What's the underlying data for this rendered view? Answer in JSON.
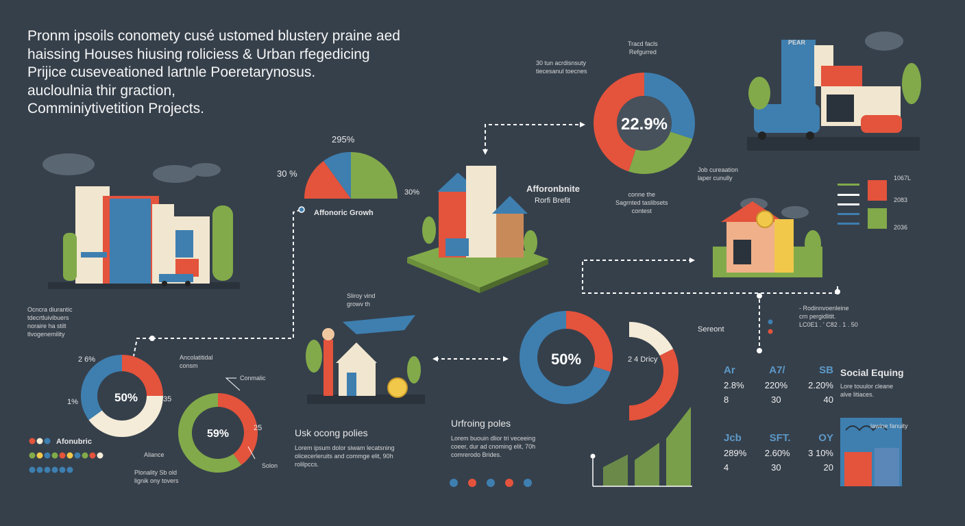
{
  "intro_lines": [
    "Pronm ipsoils conometу cusé ustomed blustery praine aed",
    "haissing Houses hiusing roliciess & Urban rfegedicing",
    "Prijice cuseveationed lartnle Poeretarynosus.",
    "aucloulnia thir graction,",
    "Comminiytivetition Projects."
  ],
  "pie_growth": {
    "label_top": "295%",
    "label_left": "30 %",
    "label_right": "30%",
    "caption": "Affonoric Growh",
    "slices": [
      {
        "value": 30,
        "color": "#e4533c"
      },
      {
        "value": 20,
        "color": "#3e7fb0"
      },
      {
        "value": 50,
        "color": "#82aa4a"
      }
    ]
  },
  "donut_top": {
    "center": "22.9%",
    "label_top": "Tracd facls\nRefgurred",
    "label_left": "30 tun acrdisnsuty\ntiecesanul toecnes",
    "label_right": "Job cureaation\nlaper cunully",
    "label_bottom": "conne the\nSagrnted taslibsets\ncontest",
    "ring": [
      {
        "value": 30,
        "color": "#3e7fb0"
      },
      {
        "value": 25,
        "color": "#82aa4a"
      },
      {
        "value": 45,
        "color": "#e4533c"
      }
    ]
  },
  "afford_house": {
    "title": "Afforonbnite",
    "sub": "Rorfi Brefit"
  },
  "legend_bars": {
    "values": [
      "1067L",
      "2083",
      "2036"
    ],
    "colors": [
      "#e4533c",
      "#82aa4a"
    ]
  },
  "left_note": "Ocncra diurantic\ntdecrtluivibuers\nnoraire ha stilt\ntlvogenemility",
  "donut_left": {
    "center": "50%",
    "label_tl": "2 6%",
    "label_l": "1%",
    "label_r": "35",
    "label_top": "Ancolatitidal\nconsm",
    "ring": [
      {
        "value": 25,
        "color": "#e4533c"
      },
      {
        "value": 40,
        "color": "#f4ecd8"
      },
      {
        "value": 35,
        "color": "#3e7fb0"
      }
    ]
  },
  "donut_small": {
    "center": "59%",
    "label_tr": "Conmalic",
    "label_r": "25",
    "label_l": "Aliance",
    "label_br": "Solon",
    "label_bottom": "Plonality Sb old\nlignik ony tovers",
    "ring": [
      {
        "value": 40,
        "color": "#e4533c"
      },
      {
        "value": 60,
        "color": "#82aa4a"
      }
    ]
  },
  "afford_legend": {
    "title": "Afonubric",
    "dot_colors_row1": [
      "#e4533c",
      "#f4ecd8",
      "#3e7fb0"
    ],
    "dot_colors_row2": [
      "#82aa4a",
      "#f2c84b",
      "#3e7fb0",
      "#82aa4a",
      "#e4533c",
      "#f2c84b",
      "#3e7fb0",
      "#82aa4a",
      "#e4533c",
      "#f4ecd8"
    ],
    "dot_colors_row3": [
      "#3e7fb0",
      "#3e7fb0",
      "#3e7fb0",
      "#3e7fb0",
      "#3e7fb0",
      "#3e7fb0"
    ]
  },
  "growth_scene": {
    "label": "Sliroy vind\ngrowv th"
  },
  "policies": {
    "title": "Usk ocong polies",
    "body": "Lorem ipsum dolor siwam lecatsning\nolicecerleruits and commge elit, 90h\nrolilpccs."
  },
  "donut_mid": {
    "center": "50%",
    "label_r": "2 4 Dricy",
    "label_far": "Sereont",
    "ring": [
      {
        "value": 30,
        "color": "#e4533c"
      },
      {
        "value": 70,
        "color": "#3e7fb0"
      }
    ]
  },
  "arc_chart": {
    "ring": [
      {
        "value": 35,
        "color": "#f4ecd8"
      },
      {
        "value": 65,
        "color": "#e4533c"
      }
    ]
  },
  "urban_policies": {
    "title": "Urfroing poles",
    "body": "Lorem buouin dlior tri veceeing\ncoeer, dur ad cnoming elit, 70h\ncomrerodo Brides."
  },
  "icons_row": [
    "#3e7fb0",
    "#e4533c",
    "#3e7fb0",
    "#e4533c",
    "#3e7fb0"
  ],
  "area_chart": {
    "bars": [
      {
        "value": 40,
        "color": "#82aa4a"
      },
      {
        "value": 55,
        "color": "#82aa4a"
      },
      {
        "value": 100,
        "color": "#82aa4a"
      }
    ]
  },
  "node_note": "- Rodinnvoenleine\ncrn pergidlitit.\nLC0E1 . ' C82 . 1 . 50",
  "stats_table": {
    "rows": [
      {
        "headers": [
          "Ar",
          "A7/",
          "SB"
        ],
        "vals1": [
          "2.8%",
          "220%",
          "2.20%"
        ],
        "vals2": [
          "8",
          "30",
          "40"
        ]
      },
      {
        "headers": [
          "Jcb",
          "SFT.",
          "OY"
        ],
        "vals1": [
          "289%",
          "2.60%",
          "3 10%"
        ],
        "vals2": [
          "4",
          "30",
          "20"
        ]
      }
    ]
  },
  "social": {
    "title": "Social Equing",
    "body": "Lore touulor cleane\nalve litiaces."
  },
  "community": {
    "label": "lawine fanuity"
  },
  "bldg_sign": "PEAR"
}
